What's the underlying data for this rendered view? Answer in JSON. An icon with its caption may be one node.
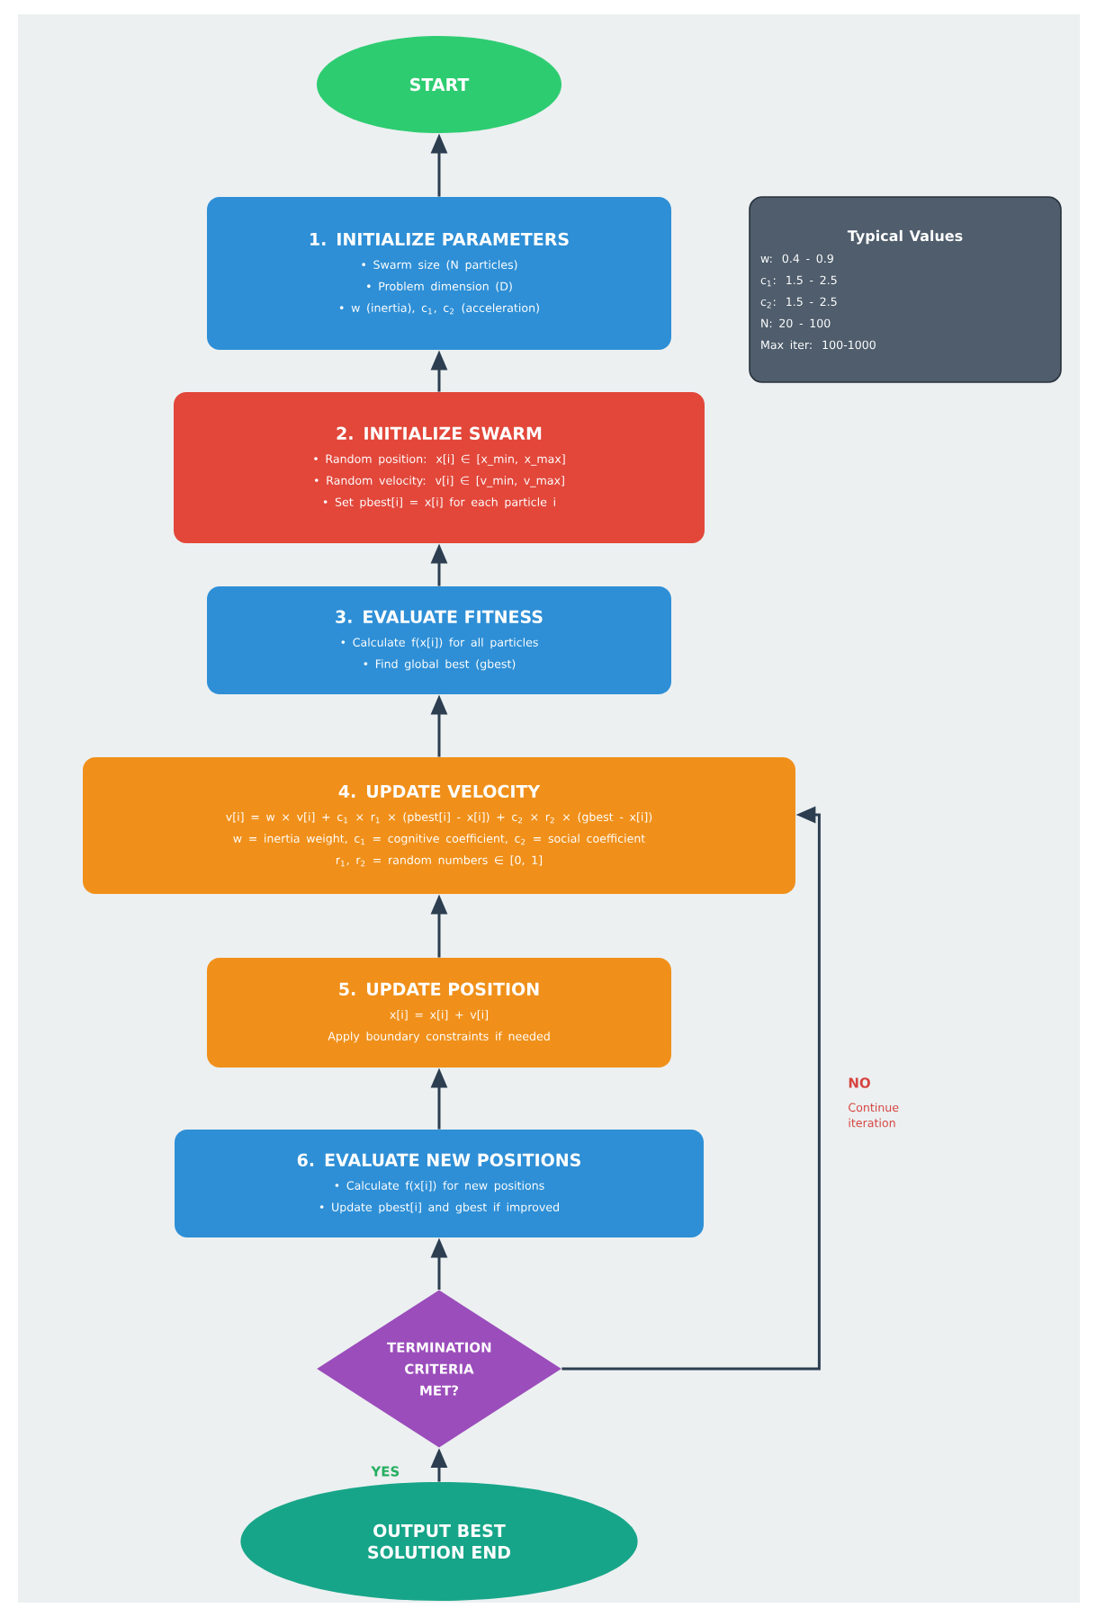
{
  "diagram": {
    "nodes": [
      {
        "text": [
          "START"
        ]
      },
      {
        "text": [
          "1. INITIALIZE PARAMETERS",
          "• Swarm size (N particles)",
          "• Problem dimension (D)",
          "• w (inertia), c$_{1}$, c$_{2}$ (acceleration)"
        ]
      },
      {
        "text": [
          "Typical Values",
          "w: 0.4 - 0.9",
          "c$_{1}$: 1.5 - 2.5",
          "c$_{2}$: 1.5 - 2.5",
          "N: 20 - 100",
          "Max iter: 100-1000"
        ]
      },
      {
        "text": [
          "2. INITIALIZE SWARM",
          "• Random position: x[i] ∈ [x_min, x_max]",
          "• Random velocity: v[i] ∈ [v_min, v_max]",
          "• Set pbest[i] = x[i] for each particle i"
        ]
      },
      {
        "text": [
          "3. EVALUATE FITNESS",
          "• Calculate f(x[i]) for all particles",
          "• Find global best (gbest)"
        ]
      },
      {
        "text": [
          "4. UPDATE VELOCITY",
          "v[i] = w × v[i] + c$_{1}$ × r$_{1}$ × (pbest[i] - x[i]) + c$_{2}$ × r$_{2}$ × (gbest - x[i])",
          "w = inertia weight, c$_{1}$ = cognitive coefficient, c$_{2}$ = social coefficient",
          "r$_{1}$, r$_{2}$ = random numbers ∈ [0, 1]"
        ]
      },
      {
        "text": [
          "5. UPDATE POSITION",
          "x[i] = x[i] + v[i]",
          "Apply boundary constraints if needed"
        ]
      },
      {
        "text": [
          "6. EVALUATE NEW POSITIONS",
          "• Calculate f(x[i]) for new positions",
          "• Update pbest[i] and gbest if improved"
        ]
      },
      {
        "text": [
          "TERMINATION CRITERIA MET?"
        ]
      },
      {
        "text": [
          "OUTPUT BEST SOLUTION END"
        ]
      }
    ],
    "edges": [
      {
        "from": 1,
        "to": 0,
        "arrow": "to"
      },
      {
        "from": 3,
        "to": 1,
        "arrow": "to"
      },
      {
        "from": 4,
        "to": 3,
        "arrow": "to"
      },
      {
        "from": 5,
        "to": 4,
        "arrow": "to"
      },
      {
        "from": 6,
        "to": 5,
        "arrow": "to"
      },
      {
        "from": 7,
        "to": 6,
        "arrow": "to"
      },
      {
        "from": 8,
        "to": 7,
        "arrow": "to"
      },
      {
        "from": 8,
        "to": 5,
        "arrow": "to",
        "label": "NO"
      },
      {
        "from": 9,
        "to": 8,
        "arrow": "to",
        "label": "YES"
      }
    ],
    "labels": [
      "Continue iteration"
    ]
  }
}
